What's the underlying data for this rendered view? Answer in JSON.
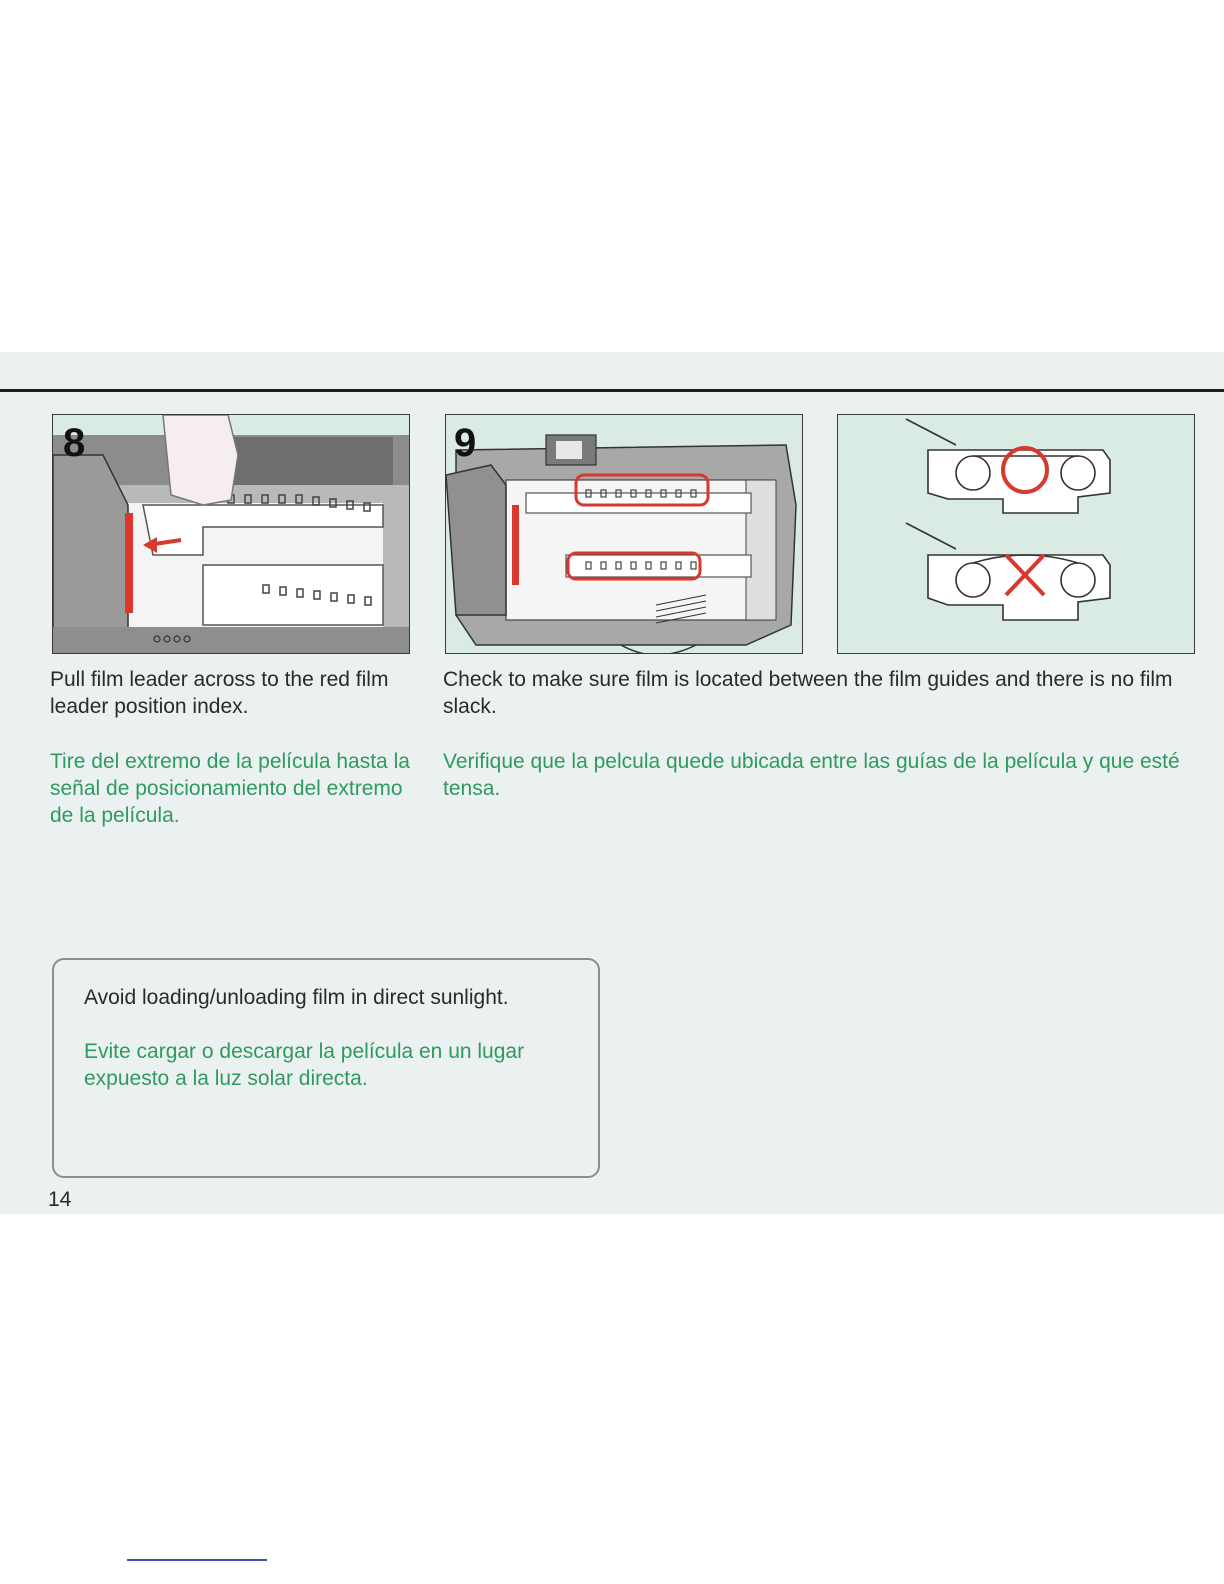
{
  "figures": {
    "step8": {
      "number": "8"
    },
    "step9": {
      "number": "9"
    }
  },
  "steps": {
    "step8": {
      "en": "Pull film leader across to the red film leader position index.",
      "es": "Tire del extremo de la película hasta la señal de posicionamiento del extremo de la película."
    },
    "step9": {
      "en": "Check to make sure film is located between the film guides and there is no film slack.",
      "es": "Verifique que la pelcula quede ubicada entre las guías de la película y que esté tensa."
    }
  },
  "notice": {
    "en": "Avoid loading/unloading film in direct sunlight.",
    "es": "Evite cargar o descargar la película en un lugar expuesto a la luz solar directa."
  },
  "page_number": "14",
  "colors": {
    "page_bg": "#ebf1f0",
    "figure_bg": "#d9ebe3",
    "spanish_text": "#2f9a5f",
    "english_text": "#2a2a2a",
    "highlight_red": "#d8382d"
  }
}
